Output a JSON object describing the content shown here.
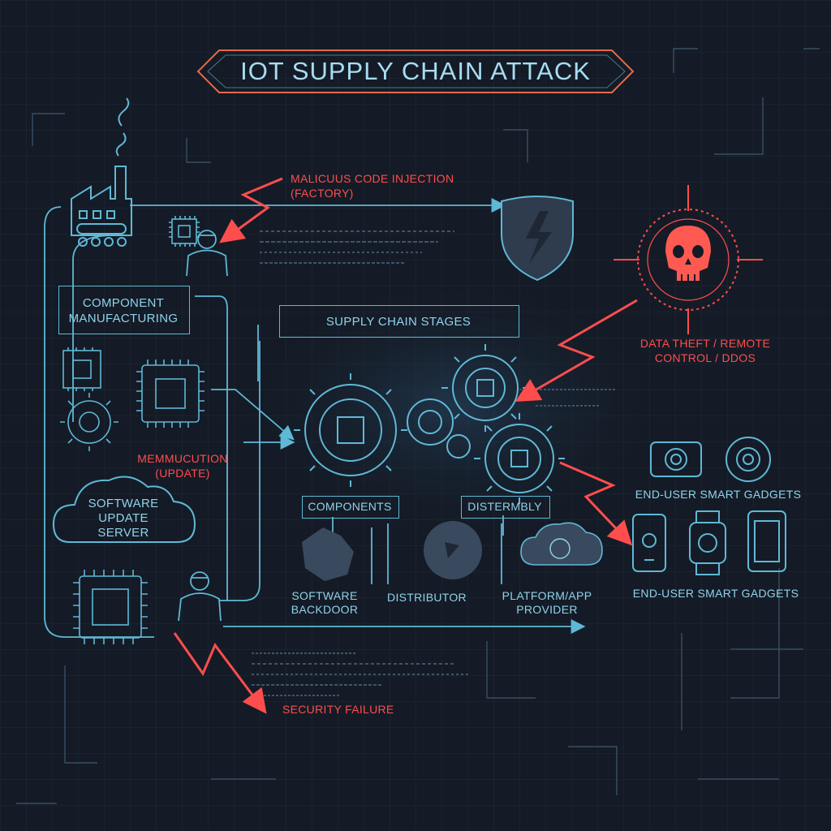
{
  "title": "IOT SUPPLY CHAIN ATTACK",
  "labels": {
    "component_manufacturing": [
      "COMPONENT",
      "MANUFACTURING"
    ],
    "software_update_server": [
      "SOFTWARE",
      "UPDATE",
      "SERVER"
    ],
    "supply_chain_stages": "SUPPLY CHAIN STAGES",
    "components": "COMPONENTS",
    "distermbly": "DISTERMBLY",
    "software_backdoor": [
      "SOFTWARE",
      "BACKDOOR"
    ],
    "distributor": "DISTRIBUTOR",
    "platform_app_provider": [
      "PLATFORM/APP",
      "PROVIDER"
    ],
    "end_user_gadgets_top": "END-USER SMART GADGETS",
    "end_user_gadgets_bottom": "END-USER SMART GADGETS"
  },
  "attacks": {
    "malicious_code": [
      "MALICUUS CODE INJECTION",
      "(FACTORY)"
    ],
    "memmucution": [
      "MEMMUCUTION",
      "(UPDATE)"
    ],
    "data_theft": [
      "DATA THEFT / REMOTE",
      "CONTROL / DDOS"
    ],
    "security_failure": "SECURITY FAILURE"
  },
  "colors": {
    "background": "#141b26",
    "line": "#5fb8d6",
    "text": "#8fd3ea",
    "attack": "#ff4d4d",
    "dark_fill": "#3a4a5e"
  },
  "icons": [
    "factory-icon",
    "chip-icon",
    "hacker-icon",
    "shield-icon",
    "skull-icon",
    "gear-icon",
    "cloud-icon",
    "camera-icon",
    "phone-icon",
    "watch-icon"
  ]
}
